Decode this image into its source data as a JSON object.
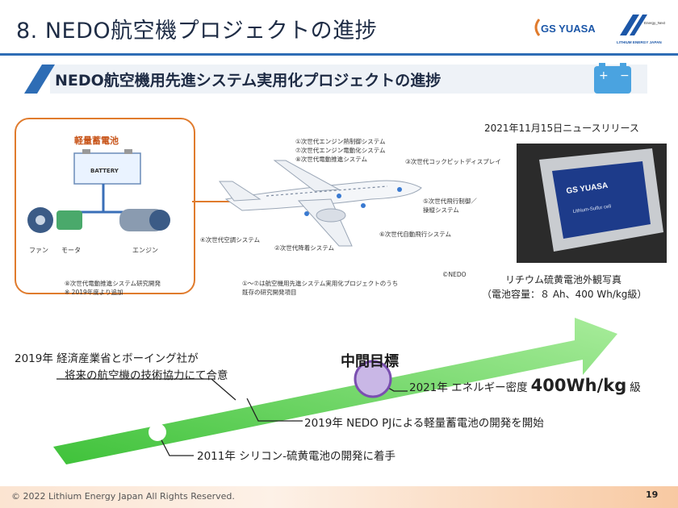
{
  "header": {
    "title": "8. NEDO航空機プロジェクトの進捗",
    "logo_gs": "GS YUASA",
    "logo_lej_top": "Energy_Next",
    "logo_lej_bottom": "LITHIUM ENERGY JAPAN"
  },
  "subtitle": "NEDO航空機用先進システム実用化プロジェクトの進捗",
  "diagram": {
    "battery_heading": "軽量蓄電池",
    "battery_label": "BATTERY",
    "fan_label": "ファン",
    "motor_label": "モータ",
    "engine_label": "エンジン",
    "callouts": [
      "①次世代エンジン熱制御システム",
      "⑦次世代エンジン電動化システム",
      "⑧次世代電動推進システム",
      "③次世代コックピットディスプレイ",
      "⑤次世代飛行制御／\n操縦システム",
      "⑥次世代自動飛行システム",
      "④次世代空調システム",
      "②次世代降着システム"
    ],
    "note_left_1": "⑧次世代電動推進システム研究開発",
    "note_left_2": "※ 2019年度より追加",
    "note_mid_1": "①～⑦は航空機用先進システム実用化プロジェクトのうち",
    "note_mid_2": "既存の研究開発項目",
    "credit": "©NEDO"
  },
  "news": {
    "date": "2021年11月15日ニュースリリース",
    "cell_brand": "GS YUASA",
    "cell_label": "Lithium-Sulfur cell",
    "caption_1": "リチウム硫黄電池外観写真",
    "caption_2": "（電池容量：８ Ah、400 Wh/kg級）"
  },
  "timeline": {
    "milestone_label": "中間目標",
    "e2011": "2011年 シリコン-硫黄電池の開発に着手",
    "e2019a_1": "2019年 経済産業省とボーイング社が",
    "e2019a_2": "将来の航空機の技術協力にて合意",
    "e2019b": "2019年 NEDO PJによる軽量蓄電池の開発を開始",
    "e2021_prefix": "2021年 エネルギー密度",
    "e2021_value": "400Wh/kg",
    "e2021_suffix": "級"
  },
  "footer": {
    "copyright": "© 2022 Lithium Energy Japan All Rights Reserved.",
    "page": "19"
  },
  "colors": {
    "accent_blue": "#2e6db5",
    "orange": "#e07b2d",
    "arrow_green": "#5fd14e",
    "milestone_purple": "#7a4fb0"
  }
}
